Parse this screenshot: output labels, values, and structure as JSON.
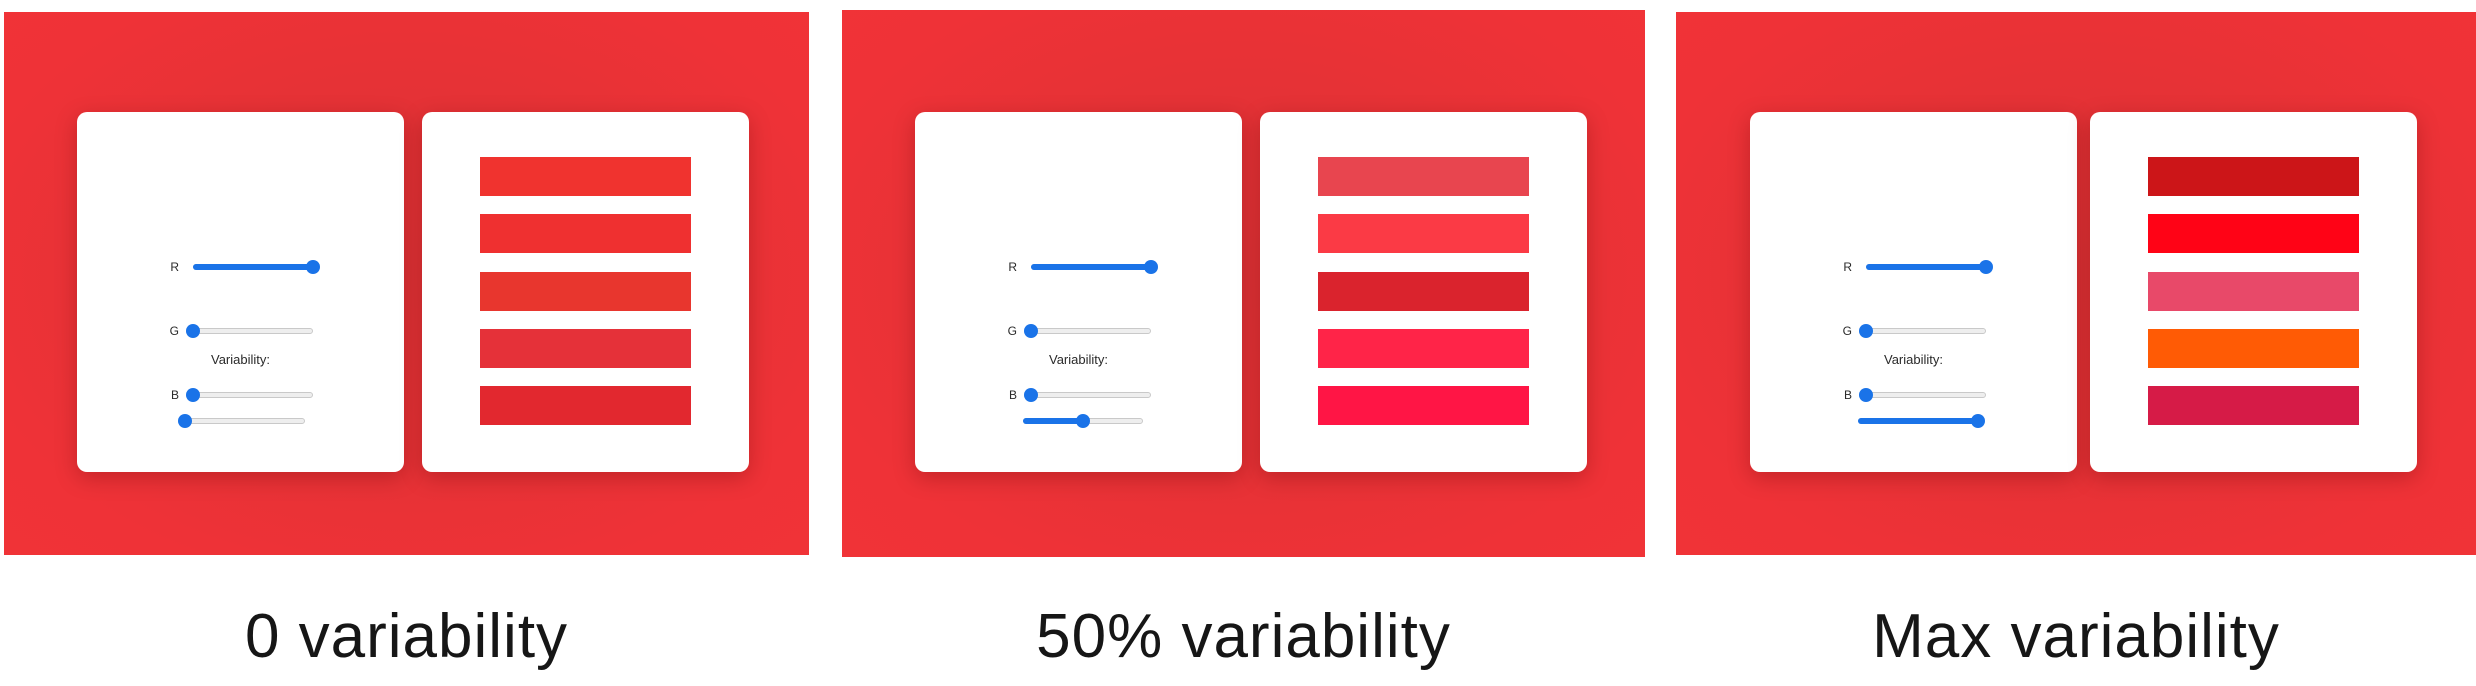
{
  "panels": [
    {
      "caption": "0 variability",
      "controls": {
        "r_label": "R",
        "r_value": 1.0,
        "g_label": "G",
        "g_value": 0.0,
        "b_label": "B",
        "b_value": 0.0,
        "variability_label": "Variability:",
        "variability_value": 0.0
      },
      "swatches": [
        "#f0332f",
        "#ef3030",
        "#e8362e",
        "#e53139",
        "#e2282f"
      ]
    },
    {
      "caption": "50% variability",
      "controls": {
        "r_label": "R",
        "r_value": 1.0,
        "g_label": "G",
        "g_value": 0.0,
        "b_label": "B",
        "b_value": 0.0,
        "variability_label": "Variability:",
        "variability_value": 0.5
      },
      "swatches": [
        "#e8454f",
        "#fb3a45",
        "#da232d",
        "#ff2448",
        "#ff1545"
      ]
    },
    {
      "caption": "Max variability",
      "controls": {
        "r_label": "R",
        "r_value": 1.0,
        "g_label": "G",
        "g_value": 0.0,
        "b_label": "B",
        "b_value": 0.0,
        "variability_label": "Variability:",
        "variability_value": 1.0
      },
      "swatches": [
        "#cc1518",
        "#ff0316",
        "#e84969",
        "#ff5b05",
        "#d61b47"
      ]
    }
  ]
}
